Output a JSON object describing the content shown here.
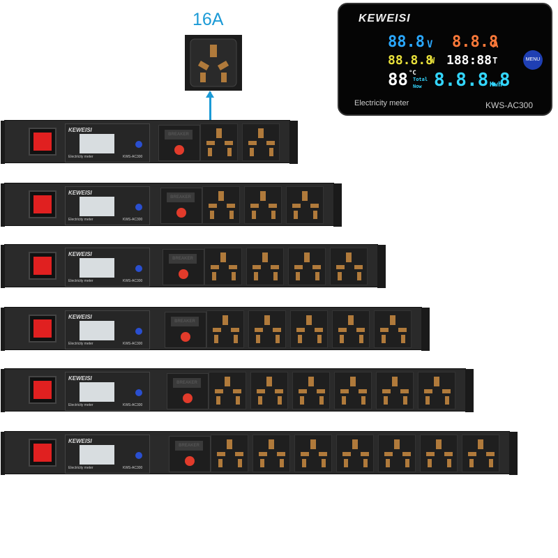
{
  "callout": {
    "rating_label": "16A"
  },
  "meter": {
    "brand": "KEWEISI",
    "voltage": "88.8",
    "voltage_unit": "V",
    "current": "8.8.8",
    "current_unit": "A",
    "power": "88.8.8",
    "power_unit": "W",
    "time": "188:88",
    "time_unit": "T",
    "temp": "88",
    "temp_unit": "°C",
    "total_label": "Total",
    "now_label": "Now",
    "energy": "8.8.8.8",
    "energy_unit": "Kwh",
    "menu_label": "MENU",
    "footer_left": "Electricity meter",
    "footer_right": "KWS-AC300",
    "colors": {
      "voltage": "#2aa8ff",
      "current": "#ff7a3a",
      "power": "#e9e13b",
      "time": "#ffffff",
      "temp": "#ffffff",
      "energy": "#33d6ff"
    }
  },
  "pdu_units": [
    {
      "brand": "KEWEISI",
      "meter_label": "Electricity meter",
      "model": "KWS-AC300",
      "breaker_label": "BREAKER",
      "outlets": 2
    },
    {
      "brand": "KEWEISI",
      "meter_label": "Electricity meter",
      "model": "KWS-AC300",
      "breaker_label": "BREAKER",
      "outlets": 3
    },
    {
      "brand": "KEWEISI",
      "meter_label": "Electricity meter",
      "model": "KWS-AC300",
      "breaker_label": "BREAKER",
      "outlets": 4
    },
    {
      "brand": "KEWEISI",
      "meter_label": "Electricity meter",
      "model": "KWS-AC300",
      "breaker_label": "BREAKER",
      "outlets": 5
    },
    {
      "brand": "KEWEISI",
      "meter_label": "Electricity meter",
      "model": "KWS-AC300",
      "breaker_label": "BREAKER",
      "outlets": 6
    },
    {
      "brand": "KEWEISI",
      "meter_label": "Electricity meter",
      "model": "KWS-AC300",
      "breaker_label": "BREAKER",
      "outlets": 7
    }
  ]
}
